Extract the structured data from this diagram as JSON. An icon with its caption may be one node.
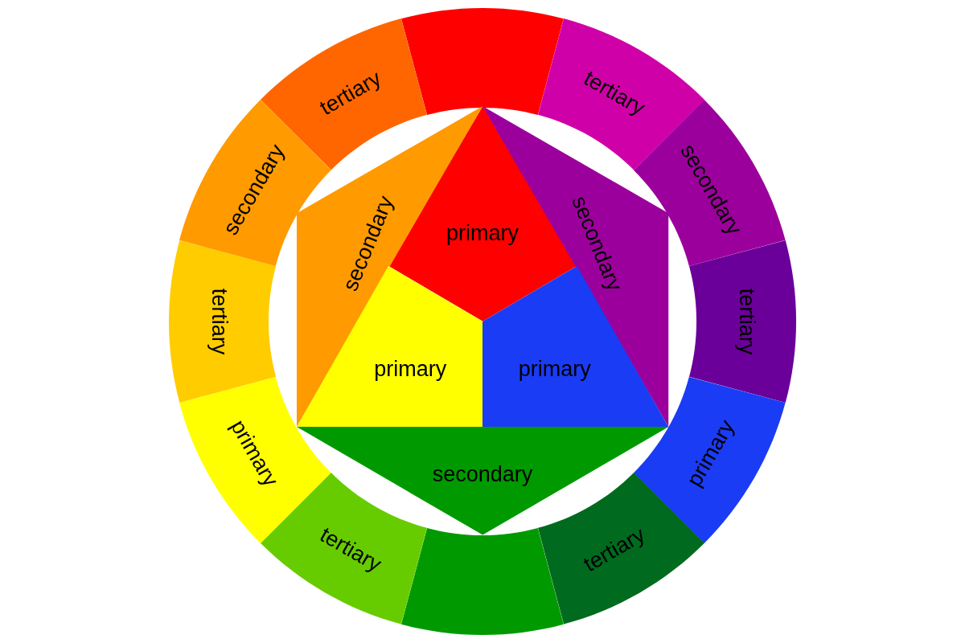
{
  "diagram": {
    "nodes": [
      {
        "text": [],
        "shape": "arc"
      },
      {
        "text": [
          "tertiary"
        ]
      },
      {
        "text": [
          "secondary"
        ]
      },
      {
        "text": [
          "tertiary"
        ]
      },
      {
        "text": [
          "primary"
        ]
      },
      {
        "text": [
          "tertiary"
        ]
      },
      {
        "text": [],
        "shape": "arc"
      },
      {
        "text": [
          "tertiary"
        ]
      },
      {
        "text": [
          "primary"
        ]
      },
      {
        "text": [
          "tertiary"
        ]
      },
      {
        "text": [
          "secondary"
        ]
      },
      {
        "text": [
          "tertiary"
        ]
      },
      {
        "text": [
          "primary"
        ]
      },
      {
        "text": [
          "secondary"
        ]
      },
      {
        "text": [
          "secondary"
        ]
      },
      {
        "text": [
          "primary"
        ]
      },
      {
        "text": [
          "primary"
        ]
      },
      {
        "text": [
          "secondary"
        ]
      }
    ]
  }
}
